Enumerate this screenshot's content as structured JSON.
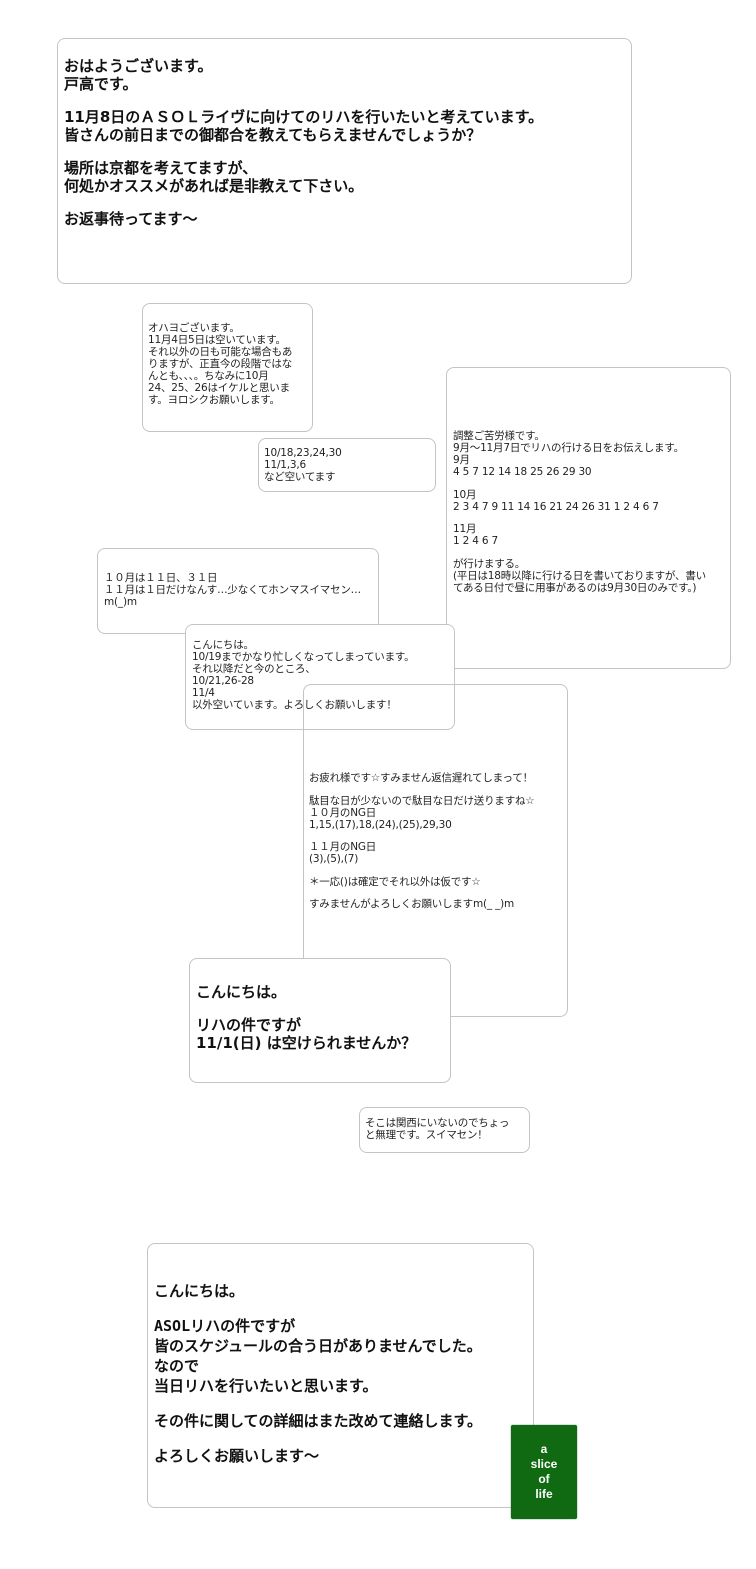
{
  "notes": {
    "first": {
      "lines": [
        "おはようございます。",
        "戸高です。",
        "",
        "11月8日のＡＳＯＬライヴに向けてのリハを行いたいと考えています。",
        "皆さんの前日までの御都合を教えてもらえませんでしょうか？",
        "",
        "場所は京都を考えてますが、",
        "何処かオススメがあれば是非教えて下さい。",
        "",
        "お返事待ってます〜"
      ]
    },
    "reply_a": {
      "lines": [
        "オハヨございます。",
        "11月4日5日は空いています。",
        "それ以外の日も可能な場合もあ",
        "りますが、正直今の段階ではな",
        "んとも、、、。ちなみに10月",
        "24、25、26はイケルと思いま",
        "す。ヨロシクお願いします。"
      ]
    },
    "reply_b": {
      "lines": [
        "10/18,23,24,30",
        "11/1,3,6",
        "など空いてます"
      ]
    },
    "reply_c": {
      "lines": [
        "調整ご苦労様です。",
        "9月〜11月7日でリハの行ける日をお伝えします。",
        "9月",
        "4 5 7 12 14 18 25 26 29 30",
        "",
        "10月",
        "2 3 4 7 9 11 14 16 21 24 26 31 1 2 4 6 7",
        "",
        "11月",
        "1 2 4 6 7",
        "",
        "が行けまする。",
        "(平日は18時以降に行ける日を書いておりますが、書い",
        "てある日付で昼に用事があるのは9月30日のみです。)"
      ]
    },
    "reply_d": {
      "lines": [
        "１０月は１１日、３１日",
        "１１月は１日だけなんす…少なくてホンマスイマセン…",
        "m(_)m"
      ]
    },
    "reply_e": {
      "lines": [
        "こんにちは。",
        "10/19までかなり忙しくなってしまっています。",
        "それ以降だと今のところ、",
        "10/21,26-28",
        "11/4",
        "以外空いています。よろしくお願いします！"
      ]
    },
    "reply_f": {
      "lines": [
        "お疲れ様です☆すみません返信遅れてしまって！",
        "",
        "駄目な日が少ないので駄目な日だけ送りますね☆",
        "１０月のNG日",
        "1,15,(17),18,(24),(25),29,30",
        "",
        "１１月のNG日",
        "(3),(5),(7)",
        "",
        "＊一応()は確定でそれ以外は仮です☆",
        "",
        "すみませんがよろしくお願いしますm(_ _)m"
      ]
    },
    "question": {
      "lines": [
        "こんにちは。",
        "",
        "リハの件ですが",
        "11/1(日) は空けられませんか？"
      ]
    },
    "reply_g": {
      "lines": [
        "そこは関西にいないのでちょっ",
        "と無理です。スイマセン！"
      ]
    },
    "final": {
      "lines": [
        "こんにちは。",
        "",
        "ASOLリハの件ですが",
        "皆のスケジュールの合う日がありませんでした。",
        "なので",
        "当日リハを行いたいと思います。",
        "",
        "その件に関しての詳細はまた改めて連絡します。",
        "",
        "よろしくお願いします〜"
      ]
    }
  },
  "badge": {
    "lines": [
      "a",
      "slice",
      "of",
      "life"
    ],
    "color": "#0f6a12"
  }
}
